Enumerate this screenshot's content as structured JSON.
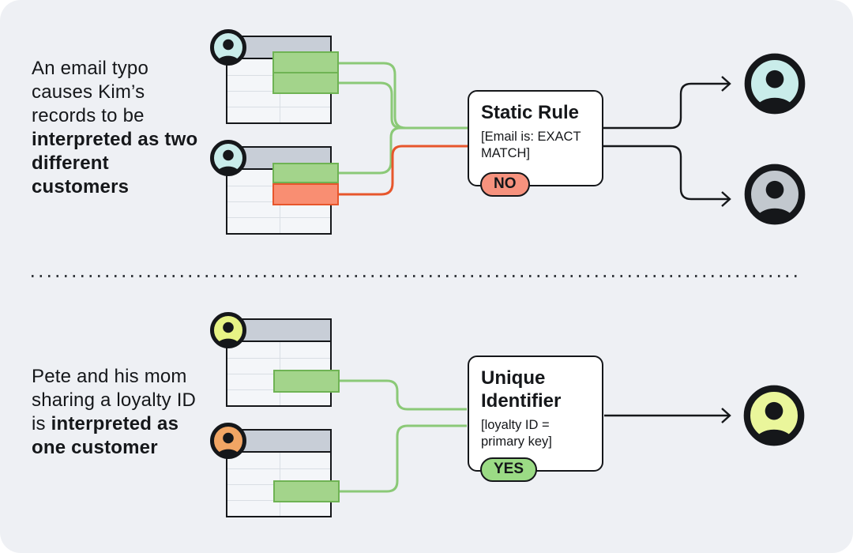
{
  "colors": {
    "ink": "#15171a",
    "canvas": "#eef0f4",
    "table_header": "#c8ced7",
    "table_bg": "#f4f6f9",
    "grid": "#d9dee4",
    "green_fill": "#a3d48b",
    "green_edge": "#6fb354",
    "green_line": "#8bc977",
    "red_fill": "#f98e72",
    "red_edge": "#e7562c",
    "red_line": "#e7562c",
    "no_badge": "#f6927e",
    "yes_badge": "#9bdb85",
    "kim": "#c9ecea",
    "kim_dup": "#c9ecea",
    "result_kim": "#c9ecea",
    "result_dup": "#c2c8ce",
    "pete": "#e7f385",
    "mom": "#f1a564",
    "merged": "#eaf69b",
    "divider_dot": "#34383d"
  },
  "top": {
    "caption_normal": "An email typo causes Kim’s records to be ",
    "caption_bold": "interpreted as two different customers",
    "box": {
      "title": "Static Rule",
      "condition": "[Email is: EXACT MATCH]",
      "badge": "NO"
    }
  },
  "bottom": {
    "caption_normal": "Pete and his mom sharing a loyalty ID is ",
    "caption_bold": "interpreted as one customer",
    "box": {
      "title": "Unique Identifier",
      "condition": "[loyalty ID = primary key]",
      "badge": "YES"
    }
  }
}
